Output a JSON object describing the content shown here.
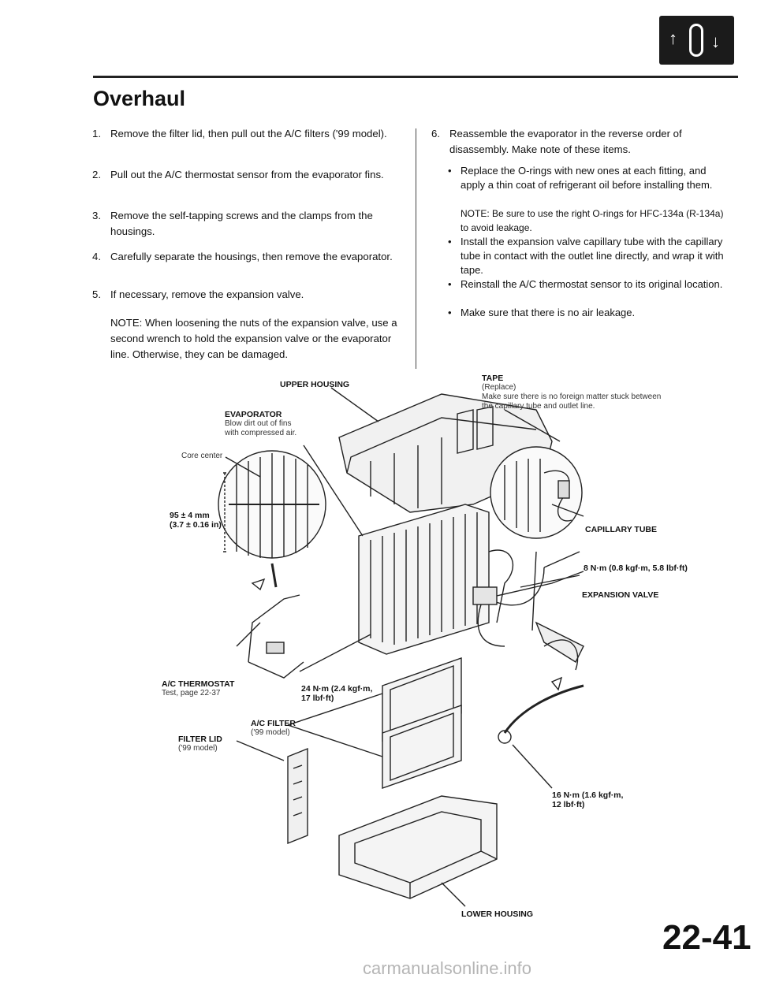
{
  "header": {
    "title": "Overhaul",
    "page_number": "22-41",
    "logo_icon": "up-down-arrow-icon"
  },
  "steps_left": [
    {
      "num": "1.",
      "text": "Remove the filter lid, then pull out the A/C filters ('99 model)."
    },
    {
      "num": "2.",
      "text": "Pull out the A/C thermostat sensor from the evaporator fins."
    },
    {
      "num": "3.",
      "text": "Remove the self-tapping screws and the clamps from the housings."
    },
    {
      "num": "4.",
      "text": "Carefully separate the housings, then remove the evaporator."
    },
    {
      "num": "5.",
      "text": "If necessary, remove the expansion valve."
    }
  ],
  "note_left": "NOTE: When loosening the nuts of the expansion valve, use a second wrench to hold the expansion valve or the evaporator line. Otherwise, they can be damaged.",
  "step6": {
    "num": "6.",
    "text": "Reassemble the evaporator in the reverse order of disassembly. Make note of these items."
  },
  "bullets": [
    {
      "text": "Replace the O-rings with new ones at each fitting, and apply a thin coat of refrigerant oil before installing them."
    },
    {
      "text": "NOTE: Be sure to use the right O-rings for HFC-134a (R-134a) to avoid leakage."
    },
    {
      "text": "Install the expansion valve capillary tube with the capillary tube in contact with the outlet line directly, and wrap it with tape."
    },
    {
      "text": "Reinstall the A/C thermostat sensor to its original location."
    },
    {
      "text": "Make sure that there is no air leakage."
    }
  ],
  "labels": {
    "tape": "TAPE",
    "tape_sub1": "(Replace)",
    "tape_sub2": "Make sure there is no foreign matter stuck between",
    "tape_sub3": "the capillary tube and outlet line.",
    "upper_housing": "UPPER HOUSING",
    "evaporator": "EVAPORATOR",
    "evaporator_sub1": "Blow dirt out of fins",
    "evaporator_sub2": "with compressed air.",
    "core_center": "Core center",
    "dim1": "95 ± 4 mm",
    "dim2": "(3.7 ± 0.16 in)",
    "capillary_tube": "CAPILLARY TUBE",
    "torque1": "8 N·m (0.8 kgf·m, 5.8 lbf·ft)",
    "expansion_valve": "EXPANSION VALVE",
    "thermostat": "A/C THERMOSTAT",
    "thermostat_sub": "Test, page 22-37",
    "torque2_a": "24 N·m (2.4 kgf·m,",
    "torque2_b": "17 lbf·ft)",
    "ac_filter": "A/C FILTER",
    "ac_filter_sub": "('99 model)",
    "filter_lid": "FILTER LID",
    "filter_lid_sub": "('99 model)",
    "torque3_a": "16 N·m (1.6 kgf·m,",
    "torque3_b": "12 lbf·ft)",
    "lower_housing": "LOWER HOUSING"
  },
  "watermark": "carmanualsonline.info"
}
